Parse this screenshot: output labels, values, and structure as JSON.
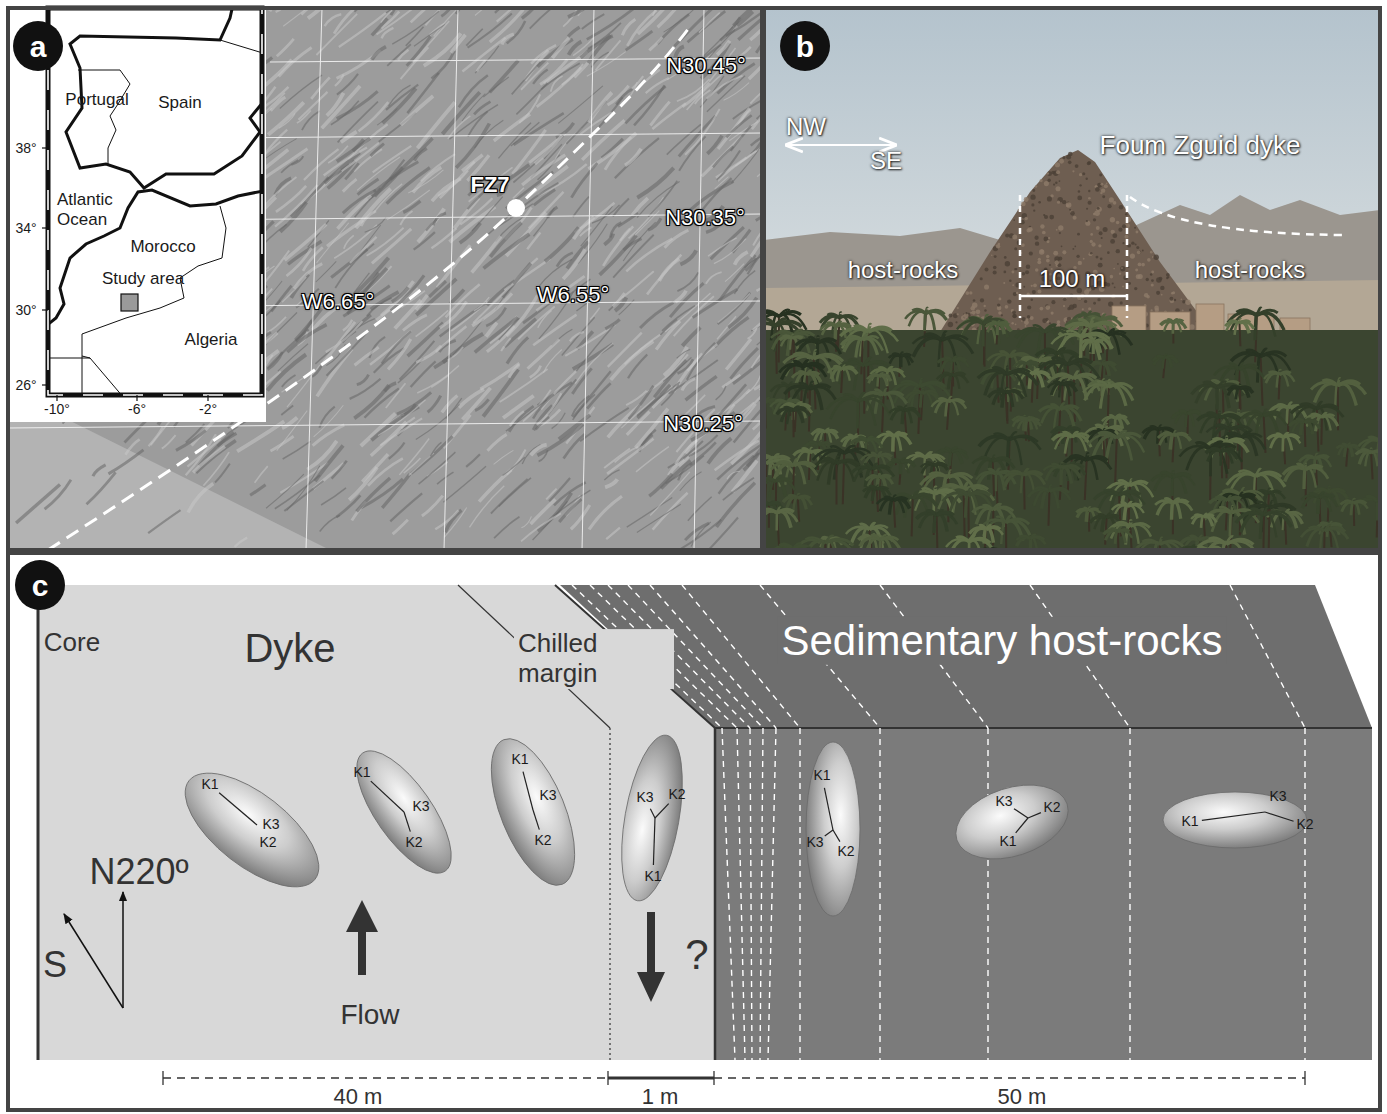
{
  "diagram": {
    "nodes": [
      {
        "text": [
          "a"
        ]
      },
      {
        "text": [
          "b"
        ]
      },
      {
        "text": [
          "c"
        ]
      },
      {
        "text": [
          "K1",
          "K3",
          "K2"
        ]
      },
      {
        "text": [
          "K1",
          "K3",
          "K2"
        ]
      },
      {
        "text": [
          "K1",
          "K3",
          "K2"
        ]
      },
      {
        "text": [
          "K3",
          "K2",
          "K1"
        ]
      },
      {
        "text": [
          "K1",
          "K3",
          "K2"
        ]
      },
      {
        "text": [
          "K3",
          "K2",
          "K1"
        ]
      },
      {
        "text": [
          "K1",
          "K3",
          "K2"
        ]
      }
    ],
    "labels": [
      "Portugal",
      "Spain",
      "Atlantic Ocean",
      "Morocco",
      "Study area",
      "Algeria",
      "38°",
      "34°",
      "30°",
      "26°",
      "-10°",
      "-6°",
      "-2°",
      "N30.45°",
      "FZ7",
      "N30.35°",
      "W6.65°",
      "W6.55°",
      "N30.25°",
      "NW",
      "SE",
      "Foum Zguid dyke",
      "host-rocks",
      "100 m",
      "host-rocks",
      "Core",
      "Dyke",
      "Chilled margin",
      "Sedimentary host-rocks",
      "N220º",
      "S",
      "Flow",
      "?",
      "40 m",
      "1 m",
      "50 m"
    ]
  }
}
